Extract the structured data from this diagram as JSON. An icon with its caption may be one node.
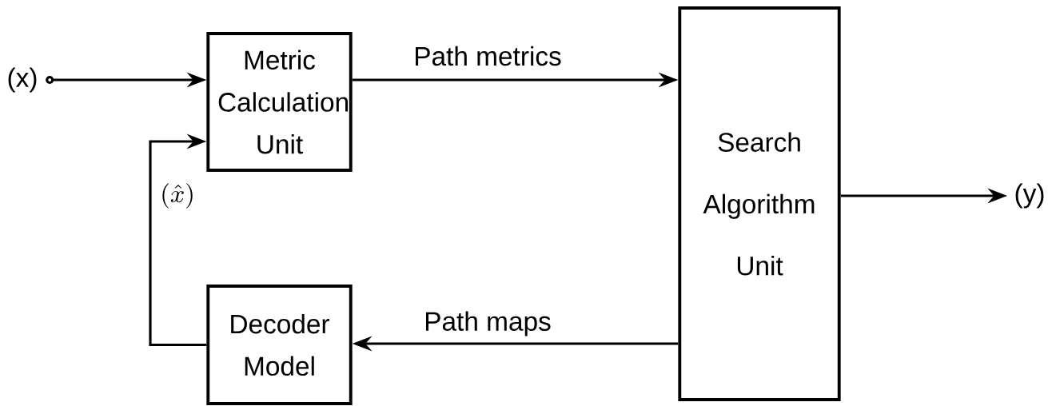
{
  "diagram": {
    "nodes": [
      {
        "text": [
          "(x)"
        ]
      },
      {
        "text": [
          "Metric Calculation Unit"
        ]
      },
      {
        "text": [
          "Search Algorithm Unit"
        ]
      },
      {
        "text": [
          "Decoder Model"
        ]
      },
      {
        "text": [
          "(y)"
        ]
      }
    ],
    "edges": [
      {
        "from": 0,
        "to": 1,
        "arrow": "to"
      },
      {
        "from": 1,
        "to": 2,
        "arrow": "to",
        "label": "Path metrics"
      },
      {
        "from": 2,
        "to": 3,
        "arrow": "to",
        "label": "Path maps"
      },
      {
        "from": 3,
        "to": 1,
        "arrow": "to",
        "label": "(\\hat{x})"
      },
      {
        "from": 2,
        "to": 4,
        "arrow": "to"
      }
    ]
  }
}
